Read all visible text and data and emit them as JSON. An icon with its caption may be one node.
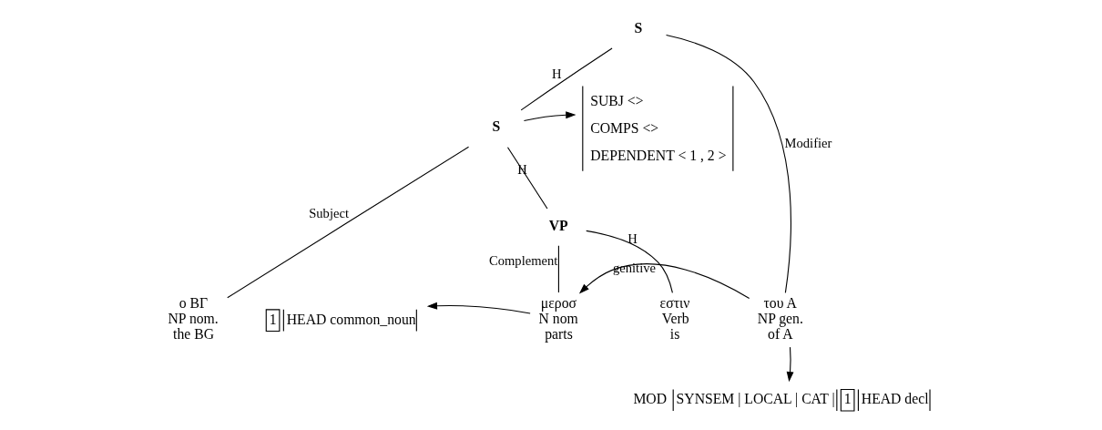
{
  "diagram": {
    "nodes": [
      {
        "text": [
          "S"
        ]
      },
      {
        "text": [
          "S"
        ]
      },
      {
        "text": [
          "VP"
        ]
      },
      {
        "text": [
          "μεροσ",
          "N nom",
          "parts"
        ]
      },
      {
        "text": [
          "εστιν",
          "Verb",
          "is"
        ]
      },
      {
        "text": [
          "ο ΒΓ",
          "NP nom.",
          "the BG"
        ]
      },
      {
        "text": [
          "του Α",
          "NP gen.",
          "of A"
        ]
      },
      {
        "text": [
          "SUBJ <>",
          "COMPS <>",
          "DEPENDENT < 1 , 2 >"
        ]
      },
      {
        "text": [
          "1",
          "HEAD common_noun"
        ]
      },
      {
        "text": [
          "MOD",
          "SYNSEM | LOCAL | CAT |",
          "1",
          "HEAD decl"
        ]
      }
    ],
    "edges": [
      {
        "from": 0,
        "to": 1,
        "arrow": "none",
        "label": "H"
      },
      {
        "from": 0,
        "to": 6,
        "arrow": "none",
        "label": "Modifier"
      },
      {
        "from": 1,
        "to": 2,
        "arrow": "none",
        "label": "H"
      },
      {
        "from": 1,
        "to": 5,
        "arrow": "none",
        "label": "Subject"
      },
      {
        "from": 2,
        "to": 3,
        "arrow": "none",
        "label": "Complement"
      },
      {
        "from": 2,
        "to": 4,
        "arrow": "none",
        "label": "H"
      },
      {
        "from": 1,
        "to": 7,
        "arrow": "to"
      },
      {
        "from": 3,
        "to": 8,
        "arrow": "to"
      },
      {
        "from": 6,
        "to": 9,
        "arrow": "to"
      },
      {
        "from": 6,
        "to": 3,
        "arrow": "to",
        "label": "genitive"
      }
    ]
  }
}
